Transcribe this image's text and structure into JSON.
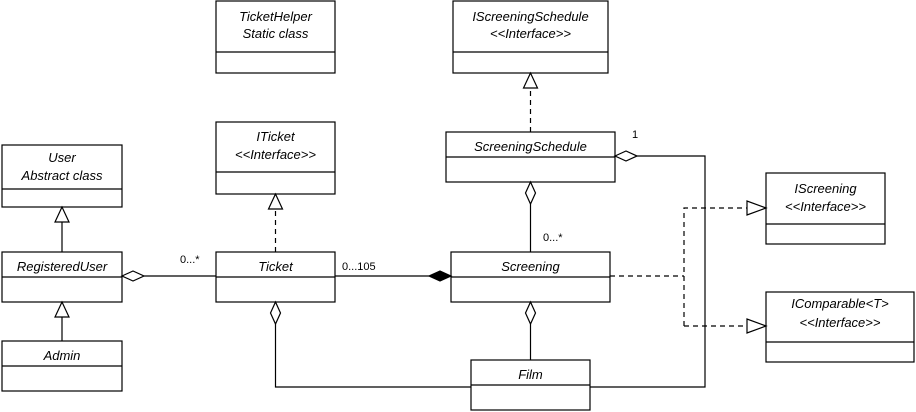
{
  "classes": {
    "ticket_helper": {
      "line1": "TicketHelper",
      "line2": "Static class"
    },
    "iscreening_schedule": {
      "line1": "IScreeningSchedule",
      "line2": "<<Interface>>"
    },
    "iticket": {
      "line1": "ITicket",
      "line2": "<<Interface>>"
    },
    "screening_schedule": {
      "line1": "ScreeningSchedule"
    },
    "user": {
      "line1": "User",
      "line2": "Abstract class"
    },
    "iscreening": {
      "line1": "IScreening",
      "line2": "<<Interface>>"
    },
    "registered_user": {
      "line1": "RegisteredUser"
    },
    "ticket": {
      "line1": "Ticket"
    },
    "screening": {
      "line1": "Screening"
    },
    "icomparable": {
      "line1": "IComparable<T>",
      "line2": "<<Interface>>"
    },
    "admin": {
      "line1": "Admin"
    },
    "film": {
      "line1": "Film"
    }
  },
  "multiplicities": {
    "schedule_one": "1",
    "screening_many": "0...*",
    "ticket_many": "0...*",
    "ticket_screening": "0...105"
  }
}
